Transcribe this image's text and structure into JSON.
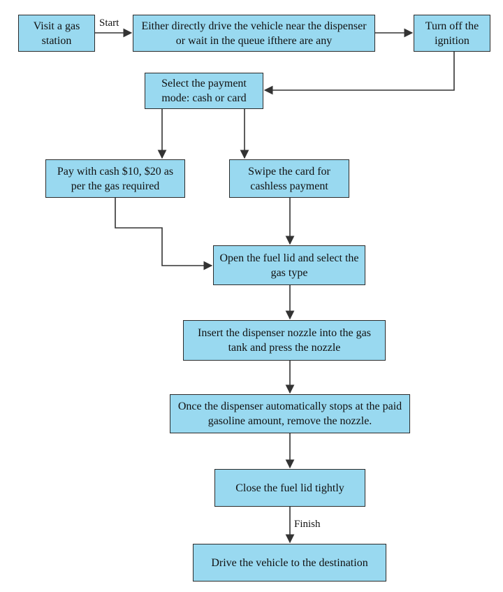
{
  "nodes": {
    "visit": "Visit a gas station",
    "approach": "Either directly drive the vehicle near the dispenser or wait in the queue ifthere are any",
    "ignition": "Turn off the ignition",
    "payment_mode": "Select the payment mode: cash or card",
    "cash": "Pay with cash $10, $20 as per the gas required",
    "card": "Swipe the card for cashless payment",
    "fuel_lid": "Open the fuel lid and select the gas type",
    "nozzle": "Insert the dispenser nozzle into the gas tank and press the nozzle",
    "remove": "Once the dispenser automatically stops at the paid gasoline amount, remove the nozzle.",
    "close_lid": "Close the fuel lid tightly",
    "drive": "Drive the vehicle to the destination"
  },
  "edge_labels": {
    "start": "Start",
    "finish": "Finish"
  },
  "colors": {
    "box_fill": "#99d9f0",
    "box_border": "#2b2b2b",
    "line": "#333333"
  }
}
